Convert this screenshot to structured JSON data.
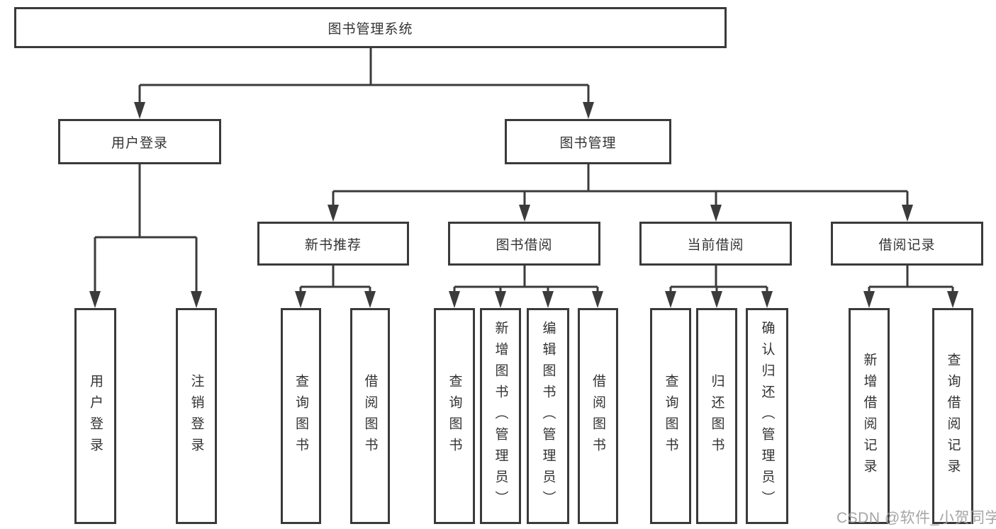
{
  "tree": {
    "label": "图书管理系统",
    "children": [
      {
        "label": "用户登录",
        "children": [
          {
            "label": "用户登录"
          },
          {
            "label": "注销登录"
          }
        ]
      },
      {
        "label": "图书管理",
        "children": [
          {
            "label": "新书推荐",
            "children": [
              {
                "label": "查询图书"
              },
              {
                "label": "借阅图书"
              }
            ]
          },
          {
            "label": "图书借阅",
            "children": [
              {
                "label": "查询图书"
              },
              {
                "label": "新增图书（管理员）"
              },
              {
                "label": "编辑图书（管理员）"
              },
              {
                "label": "借阅图书"
              }
            ]
          },
          {
            "label": "当前借阅",
            "children": [
              {
                "label": "查询图书"
              },
              {
                "label": "归还图书"
              },
              {
                "label": "确认归还（管理员）"
              }
            ]
          },
          {
            "label": "借阅记录",
            "children": [
              {
                "label": "新增借阅记录"
              },
              {
                "label": "查询借阅记录"
              }
            ]
          }
        ]
      }
    ]
  },
  "watermark": {
    "text": "CSDN @软件_小贺同学",
    "color": "#9e9e9e"
  },
  "colors": {
    "line": "#3b3b3b",
    "box_border": "#3a3a3a",
    "text": "#333333",
    "background": "#ffffff"
  }
}
